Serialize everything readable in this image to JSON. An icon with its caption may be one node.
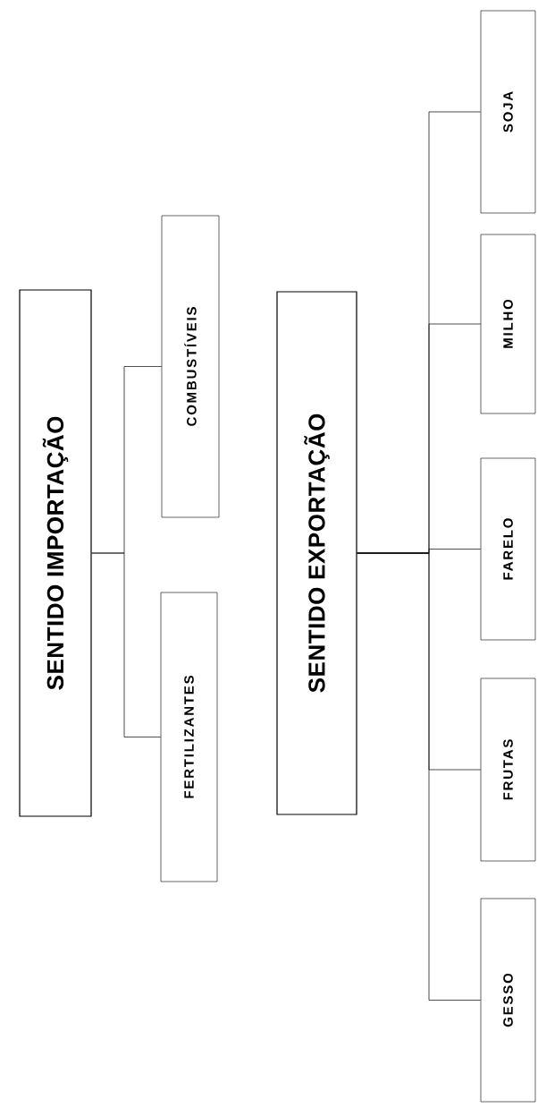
{
  "diagram": {
    "nodes": [
      {
        "text": [
          "SENTIDO IMPORTAÇÃO"
        ]
      },
      {
        "text": [
          "FERTILIZANTES"
        ]
      },
      {
        "text": [
          "COMBUSTÍVEIS"
        ]
      },
      {
        "text": [
          "SENTIDO EXPORTAÇÃO"
        ]
      },
      {
        "text": [
          "GESSO"
        ]
      },
      {
        "text": [
          "FRUTAS"
        ]
      },
      {
        "text": [
          "FARELO"
        ]
      },
      {
        "text": [
          "MILHO"
        ]
      },
      {
        "text": [
          "SOJA"
        ]
      }
    ],
    "edges": [
      {
        "from": 0,
        "to": 1,
        "arrow": "none"
      },
      {
        "from": 0,
        "to": 2,
        "arrow": "none"
      },
      {
        "from": 3,
        "to": 4,
        "arrow": "none"
      },
      {
        "from": 3,
        "to": 5,
        "arrow": "none"
      },
      {
        "from": 3,
        "to": 6,
        "arrow": "none"
      },
      {
        "from": 3,
        "to": 7,
        "arrow": "none"
      },
      {
        "from": 3,
        "to": 8,
        "arrow": "none"
      }
    ]
  }
}
